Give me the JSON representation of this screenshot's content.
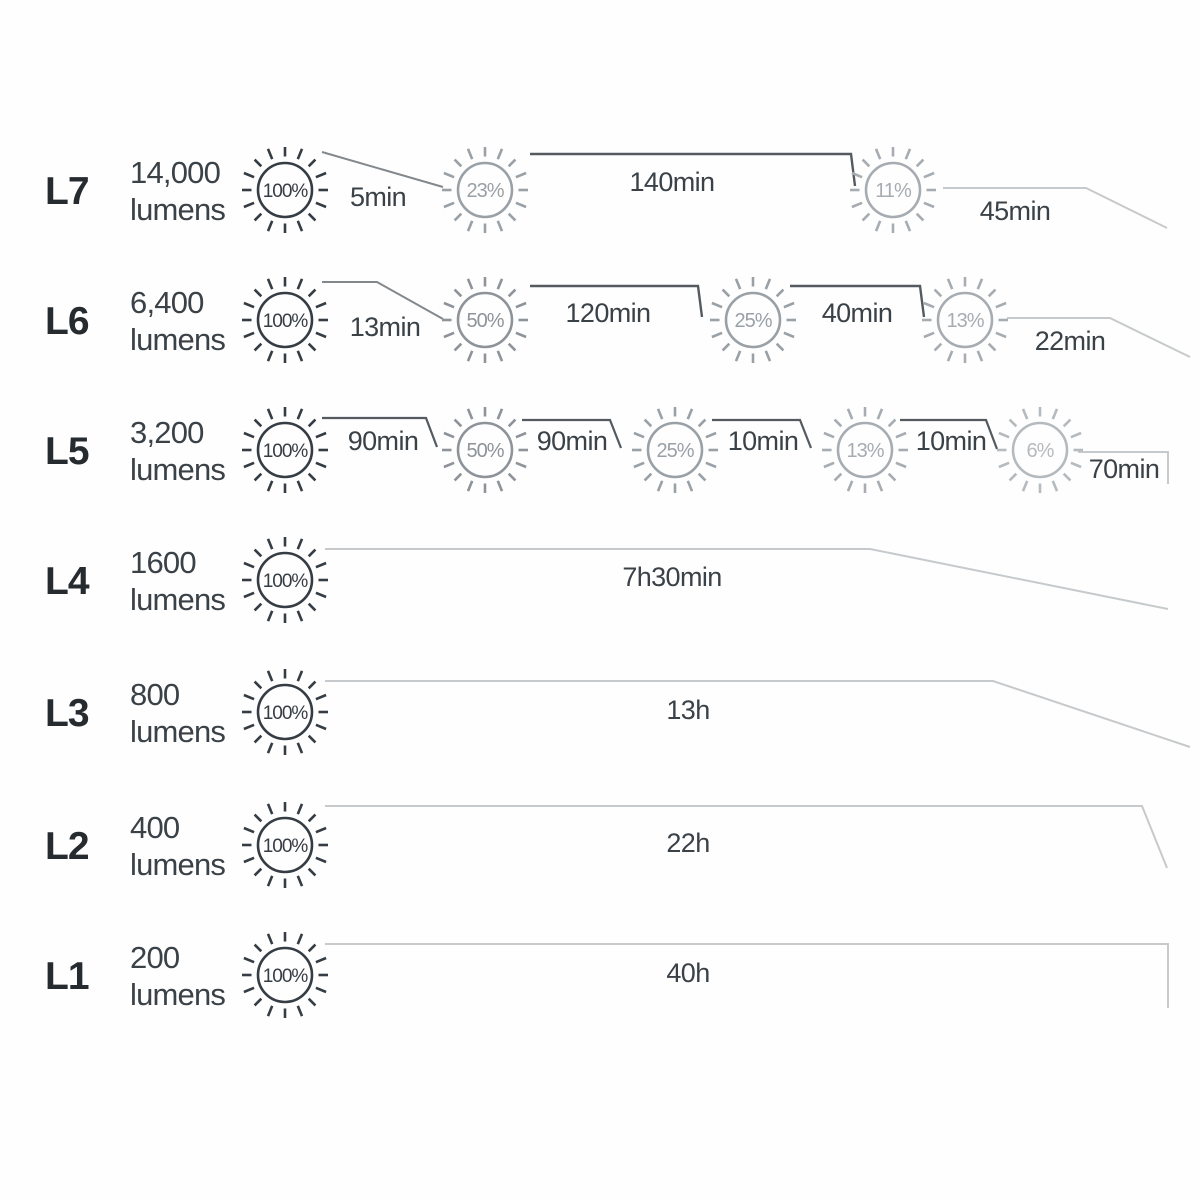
{
  "diagram": {
    "description_rows": "flashlight brightness levels with stepdown runtimes",
    "rows": [
      {
        "level": "L7",
        "lumens": "14,000",
        "unit": "lumens",
        "stages": [
          {
            "percent": "100%"
          },
          {
            "percent": "23%"
          },
          {
            "percent": "11%"
          }
        ],
        "durations": [
          "5min",
          "140min",
          "45min"
        ]
      },
      {
        "level": "L6",
        "lumens": "6,400",
        "unit": "lumens",
        "stages": [
          {
            "percent": "100%"
          },
          {
            "percent": "50%"
          },
          {
            "percent": "25%"
          },
          {
            "percent": "13%"
          }
        ],
        "durations": [
          "13min",
          "120min",
          "40min",
          "22min"
        ]
      },
      {
        "level": "L5",
        "lumens": "3,200",
        "unit": "lumens",
        "stages": [
          {
            "percent": "100%"
          },
          {
            "percent": "50%"
          },
          {
            "percent": "25%"
          },
          {
            "percent": "13%"
          },
          {
            "percent": "6%"
          }
        ],
        "durations": [
          "90min",
          "90min",
          "10min",
          "10min",
          "70min"
        ]
      },
      {
        "level": "L4",
        "lumens": "1600",
        "unit": "lumens",
        "stages": [
          {
            "percent": "100%"
          }
        ],
        "durations": [
          "7h30min"
        ]
      },
      {
        "level": "L3",
        "lumens": "800",
        "unit": "lumens",
        "stages": [
          {
            "percent": "100%"
          }
        ],
        "durations": [
          "13h"
        ]
      },
      {
        "level": "L2",
        "lumens": "400",
        "unit": "lumens",
        "stages": [
          {
            "percent": "100%"
          }
        ],
        "durations": [
          "22h"
        ]
      },
      {
        "level": "L1",
        "lumens": "200",
        "unit": "lumens",
        "stages": [
          {
            "percent": "100%"
          }
        ],
        "durations": [
          "40h"
        ]
      }
    ],
    "colors": {
      "ink": "#262b30",
      "text_gray": "#3a4147",
      "line_dark": "#545a60",
      "line_mid": "#83888d",
      "line_light": "#c7cacc",
      "sun_tone_100": "#353c43",
      "sun_tone_50": "#8d9399",
      "sun_tone_25": "#99a0a6",
      "sun_tone_13": "#a6acb1",
      "sun_tone_6": "#b5babe"
    }
  }
}
